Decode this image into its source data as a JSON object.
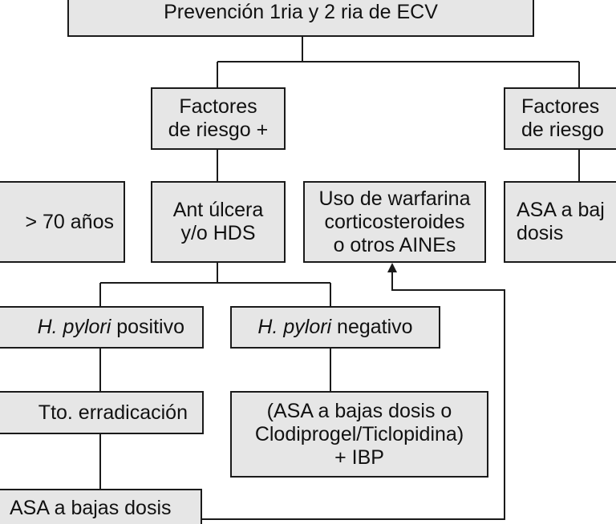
{
  "boxes": {
    "top": {
      "line1": "Prevención 1ria  y 2 ria de ECV"
    },
    "risk_positive": {
      "line1": "Factores",
      "line2": "de riesgo +"
    },
    "risk_negative": {
      "line1": "Factores",
      "line2": "de riesgo"
    },
    "age": {
      "line1": "> 70 años"
    },
    "ulcer": {
      "line1": "Ant úlcera",
      "line2": "y/o HDS"
    },
    "warfarin": {
      "line1": "Uso de warfarina",
      "line2": "corticosteroides",
      "line3": "o otros AINEs"
    },
    "asa_right": {
      "line1": "ASA a baj",
      "line2": "dosis"
    },
    "hp_positive": {
      "italic": "H. pylori",
      "rest": " positivo"
    },
    "hp_negative": {
      "italic": "H. pylori",
      "rest": " negativo"
    },
    "eradication": {
      "line1": "Tto. erradicación"
    },
    "asa_ibp": {
      "line1": "(ASA a bajas dosis o",
      "line2": "Clodiprogel/Ticlopidina)",
      "line3": "+ IBP"
    },
    "asa_low": {
      "line1": "ASA a bajas dosis"
    }
  },
  "colors": {
    "box_fill": "#e6e6e6",
    "stroke": "#1a1a1a",
    "text": "#111111"
  }
}
